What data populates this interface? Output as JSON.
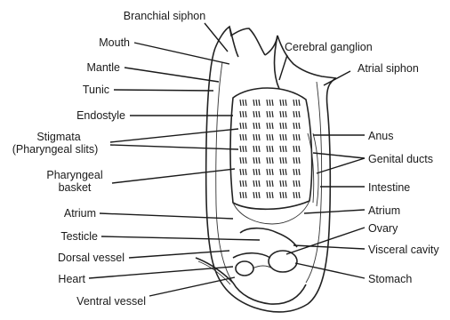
{
  "labels": {
    "branchial_siphon": "Branchial siphon",
    "mouth": "Mouth",
    "cerebral_ganglion": "Cerebral ganglion",
    "atrial_siphon": "Atrial siphon",
    "mantle": "Mantle",
    "tunic": "Tunic",
    "endostyle": "Endostyle",
    "stigmata_line1": "Stigmata",
    "stigmata_line2": "(Pharyngeal slits)",
    "pharyngeal_line1": "Pharyngeal",
    "pharyngeal_line2": "basket",
    "atrium_left": "Atrium",
    "testicle": "Testicle",
    "dorsal_vessel": "Dorsal vessel",
    "heart": "Heart",
    "ventral_vessel": "Ventral vessel",
    "anus": "Anus",
    "genital_ducts": "Genital ducts",
    "intestine": "Intestine",
    "atrium_right": "Atrium",
    "ovary": "Ovary",
    "visceral_cavity": "Visceral cavity",
    "stomach": "Stomach"
  }
}
